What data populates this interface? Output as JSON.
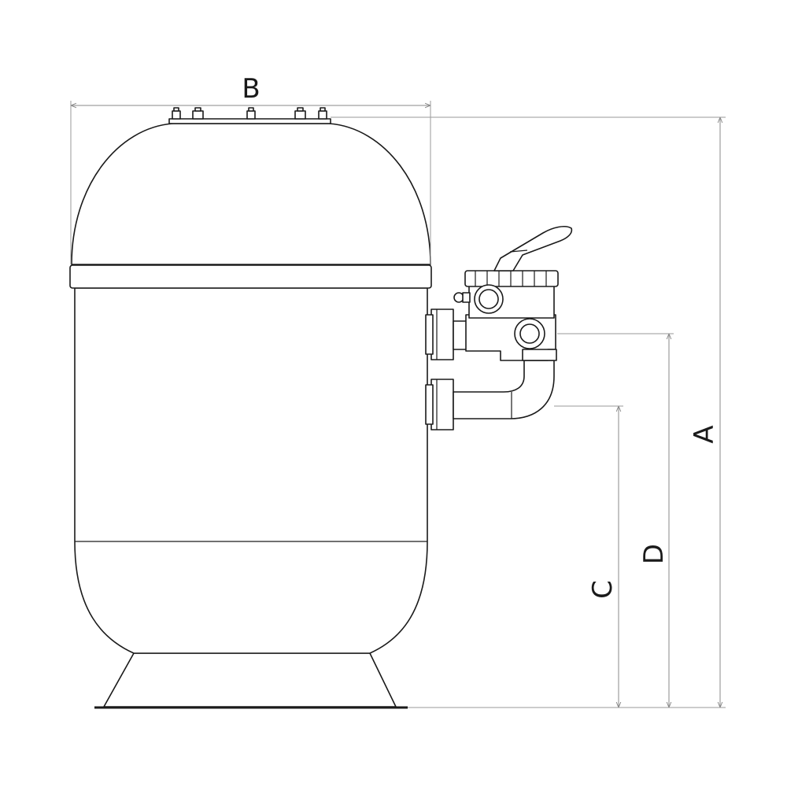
{
  "dimension_labels": {
    "A": "A",
    "B": "B",
    "C": "C",
    "D": "D"
  }
}
